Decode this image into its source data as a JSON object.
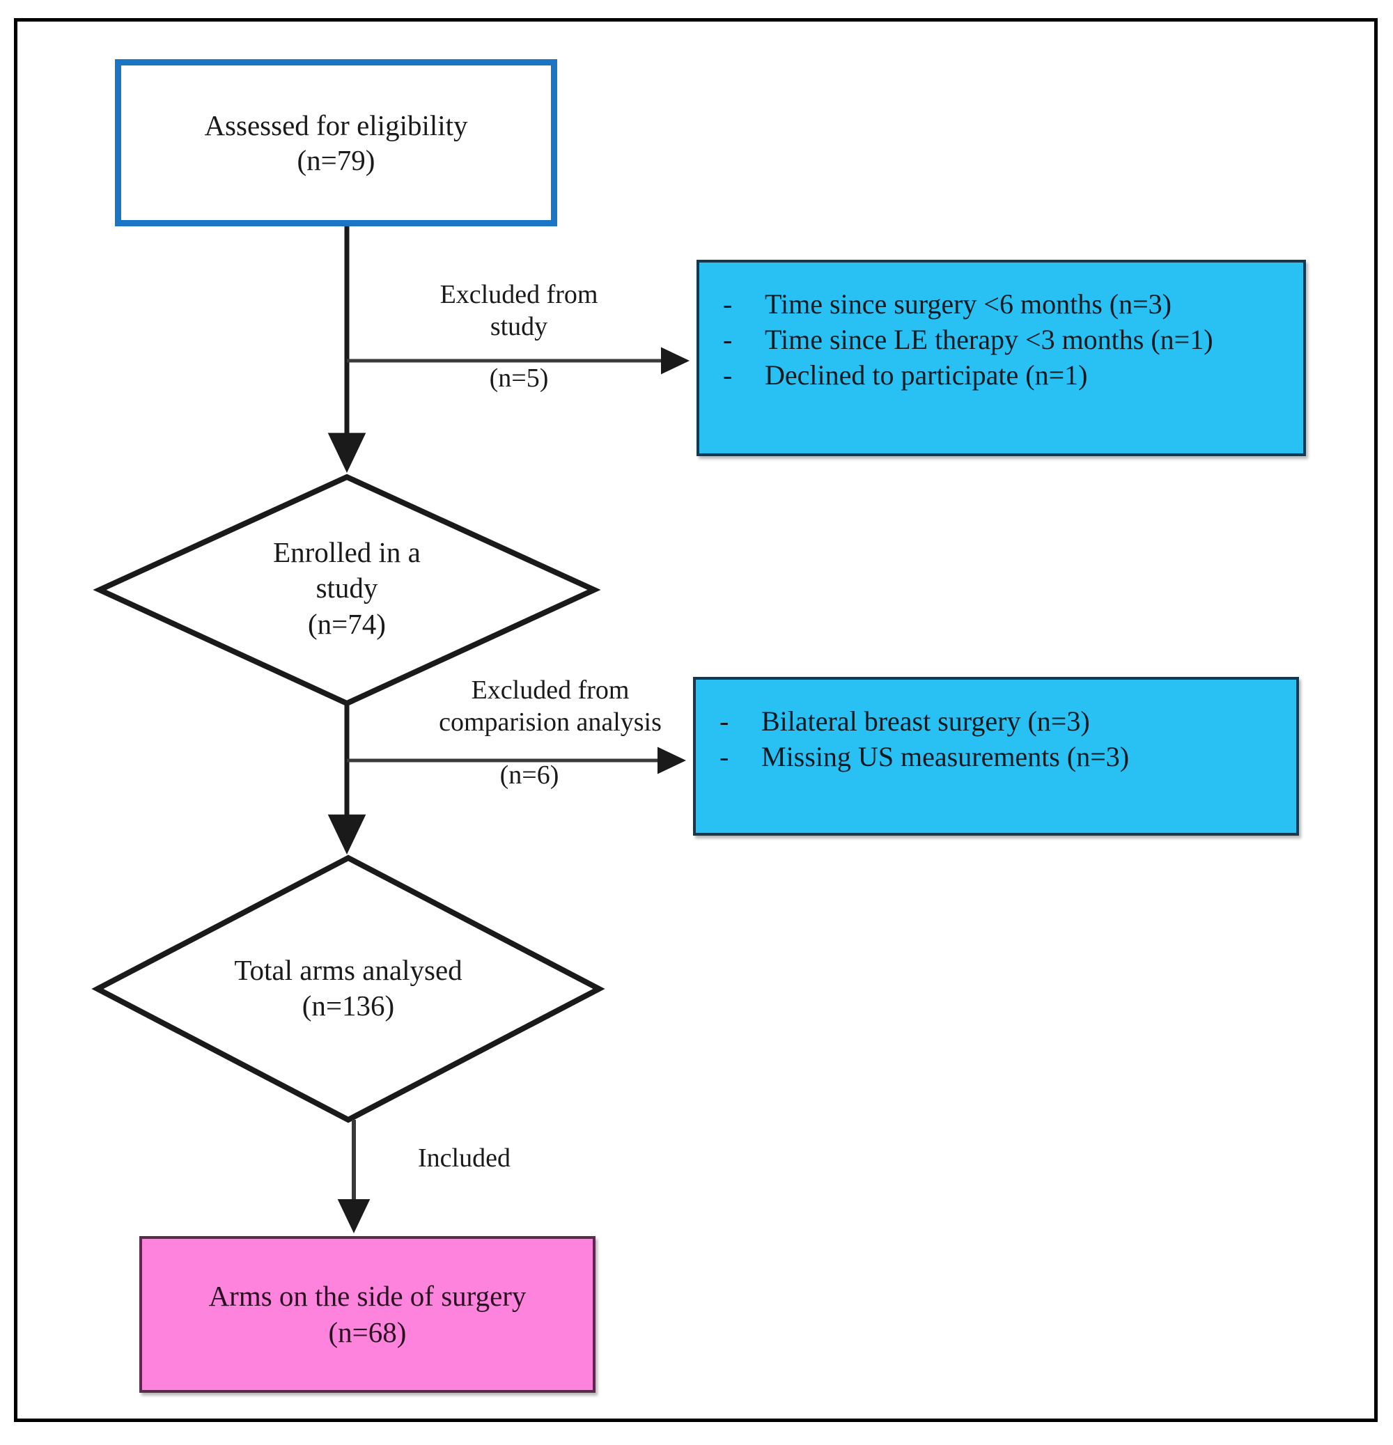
{
  "diagram": {
    "type": "flowchart",
    "title_text": "",
    "colors": {
      "accent_blue_border": "#1a76c4",
      "exclusion_fill": "#29c0f4",
      "included_fill": "#fd83dd",
      "line": "#1a1a1a",
      "frame": "#000000"
    },
    "nodes": {
      "assessed": {
        "shape": "rectangle",
        "line1": "Assessed for eligibility",
        "line2": "(n=79)"
      },
      "enrolled": {
        "shape": "diamond",
        "line1": "Enrolled in a",
        "line2": "study",
        "line3": "(n=74)"
      },
      "analysed": {
        "shape": "diamond",
        "line1": "Total arms analysed",
        "line2": "(n=136)"
      },
      "included": {
        "shape": "rectangle",
        "line1": "Arms on the side of surgery",
        "line2": "(n=68)"
      }
    },
    "exclusion_1": {
      "label_line1": "Excluded from",
      "label_line2": "study",
      "label_count": "(n=5)",
      "dash": "-",
      "items": [
        "Time since surgery <6 months (n=3)",
        "Time since LE therapy <3 months (n=1)",
        "Declined to participate (n=1)"
      ]
    },
    "exclusion_2": {
      "label_line1": "Excluded from",
      "label_line2": "comparision analysis",
      "label_count": "(n=6)",
      "dash": "-",
      "items": [
        "Bilateral breast surgery (n=3)",
        " Missing US  measurements (n=3)"
      ]
    },
    "included_edge": {
      "label": "Included"
    }
  }
}
